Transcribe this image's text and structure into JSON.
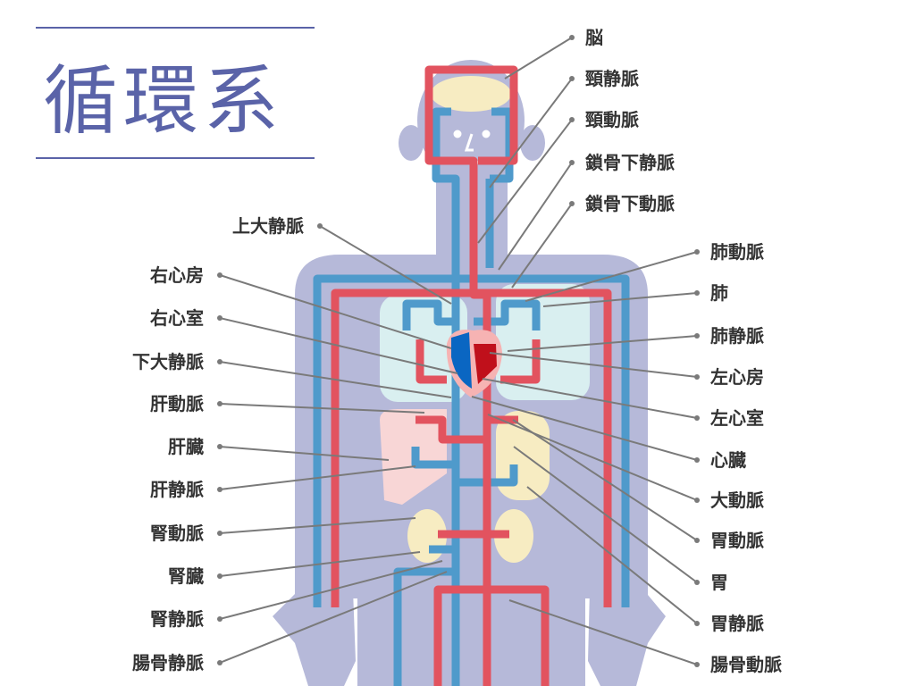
{
  "title": "循環系",
  "colors": {
    "artery": "#e2535f",
    "vein": "#4f9acb",
    "body": "#b6b9d9",
    "lung": "#d9eff0",
    "liver": "#f8d6d6",
    "organ": "#f7ecc2"
  },
  "labels_left": [
    "上大静脈",
    "右心房",
    "右心室",
    "下大静脈",
    "肝動脈",
    "肝臓",
    "肝静脈",
    "腎動脈",
    "腎臓",
    "腎静脈",
    "腸骨静脈"
  ],
  "labels_right": [
    "脳",
    "頸静脈",
    "頸動脈",
    "鎖骨下静脈",
    "鎖骨下動脈",
    "肺動脈",
    "肺",
    "肺静脈",
    "左心房",
    "左心室",
    "心臓",
    "大動脈",
    "胃動脈",
    "胃",
    "胃静脈",
    "腸骨動脈"
  ]
}
